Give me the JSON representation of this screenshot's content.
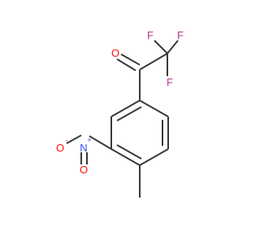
{
  "molecule": {
    "atoms": {
      "oxygen_carbonyl": "O",
      "fluorine_top_left": "F",
      "fluorine_top_right": "F",
      "fluorine_right": "F",
      "nitro_nitrogen": "N",
      "nitro_nitrogen_charge": "+",
      "nitro_oxygen_left": "O",
      "nitro_oxygen_left_charge": "-",
      "nitro_oxygen_bottom": "O"
    },
    "colors": {
      "bond": "#3a3a3a",
      "oxygen": "#ff0d0d",
      "fluorine": "#b5378a",
      "nitrogen": "#3050f8"
    }
  }
}
